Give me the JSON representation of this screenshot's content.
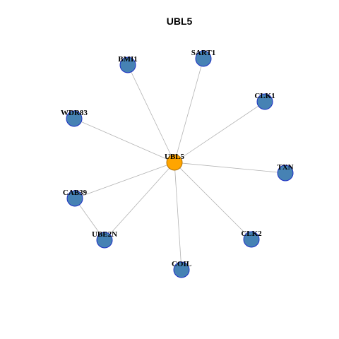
{
  "title": "UBL5",
  "colors": {
    "background": "#ffffff",
    "edge": "#b3b3b3",
    "center_node_fill": "#ffa500",
    "center_node_stroke": "#b06f00",
    "node_fill": "#4682b4",
    "node_stroke": "#1d2fc4"
  },
  "network": {
    "center": "UBL5",
    "nodes": [
      "UBL5",
      "SART1",
      "BMI1",
      "CLK1",
      "WDR83",
      "TXN",
      "CAB39",
      "UBE2N",
      "CLK2",
      "COIL"
    ],
    "edges": [
      [
        "UBL5",
        "SART1"
      ],
      [
        "UBL5",
        "BMI1"
      ],
      [
        "UBL5",
        "CLK1"
      ],
      [
        "UBL5",
        "WDR83"
      ],
      [
        "UBL5",
        "TXN"
      ],
      [
        "UBL5",
        "CAB39"
      ],
      [
        "UBL5",
        "UBE2N"
      ],
      [
        "UBL5",
        "CLK2"
      ],
      [
        "UBL5",
        "COIL"
      ],
      [
        "CAB39",
        "UBE2N"
      ]
    ]
  }
}
